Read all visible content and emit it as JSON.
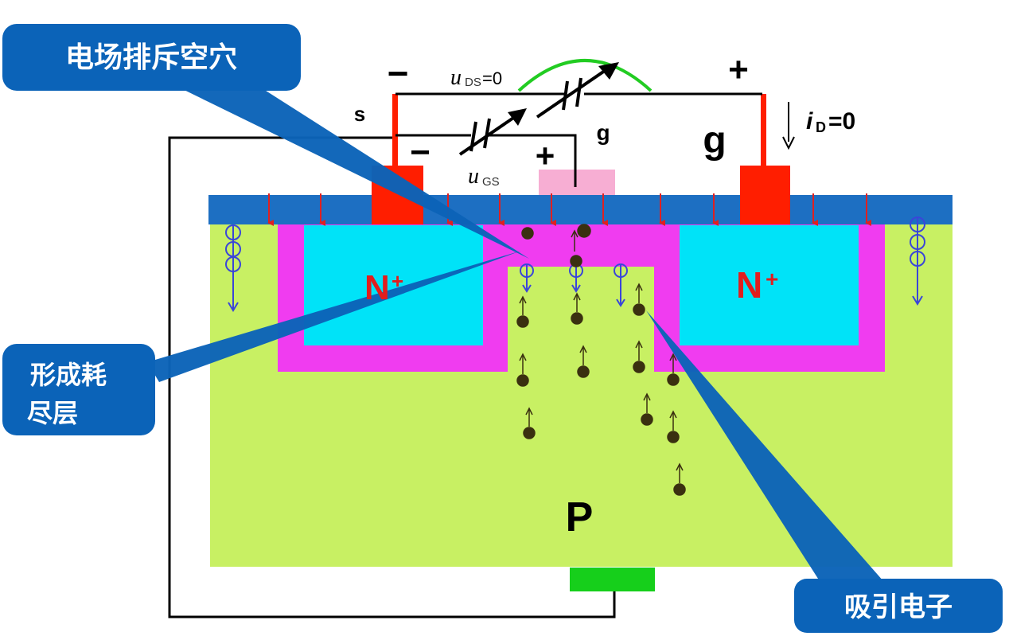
{
  "callouts": {
    "top_left": "电场排斥空穴",
    "mid_left_line1": "形成耗",
    "mid_left_line2": "尽层",
    "bottom_right": "吸引电子"
  },
  "labels": {
    "minus_top": "−",
    "plus_top": "+",
    "minus_gate": "−",
    "plus_gate": "+",
    "s": "s",
    "g_small": "g",
    "g_large": "g",
    "uds_var": "u",
    "uds_sub": "DS",
    "uds_val": "=0",
    "ugs_var": "u",
    "ugs_sub": "GS",
    "id_var": "i",
    "id_sub": "D",
    "id_val": "=0",
    "n_left": "N",
    "n_left_sup": "+",
    "n_right": "N",
    "n_right_sup": "+",
    "p_body": "P"
  },
  "colors": {
    "callout": "#0b63b8",
    "oxide": "#1d6fc2",
    "substrate": "#c8f063",
    "depletion": "#f03cf0",
    "n_region": "#00e3f8",
    "electrode": "#ff1e00",
    "gate_pad": "#f7aed3",
    "body_contact": "#16cf1b",
    "field_arrow": "#e02020",
    "hole": "#3a46d8",
    "electron": "#3a3010",
    "arc": "#22cc22"
  },
  "icons": {
    "electron": "electron-dot-icon",
    "hole": "hole-circle-icon",
    "field": "field-arrow-icon",
    "battery": "variable-battery-icon"
  }
}
